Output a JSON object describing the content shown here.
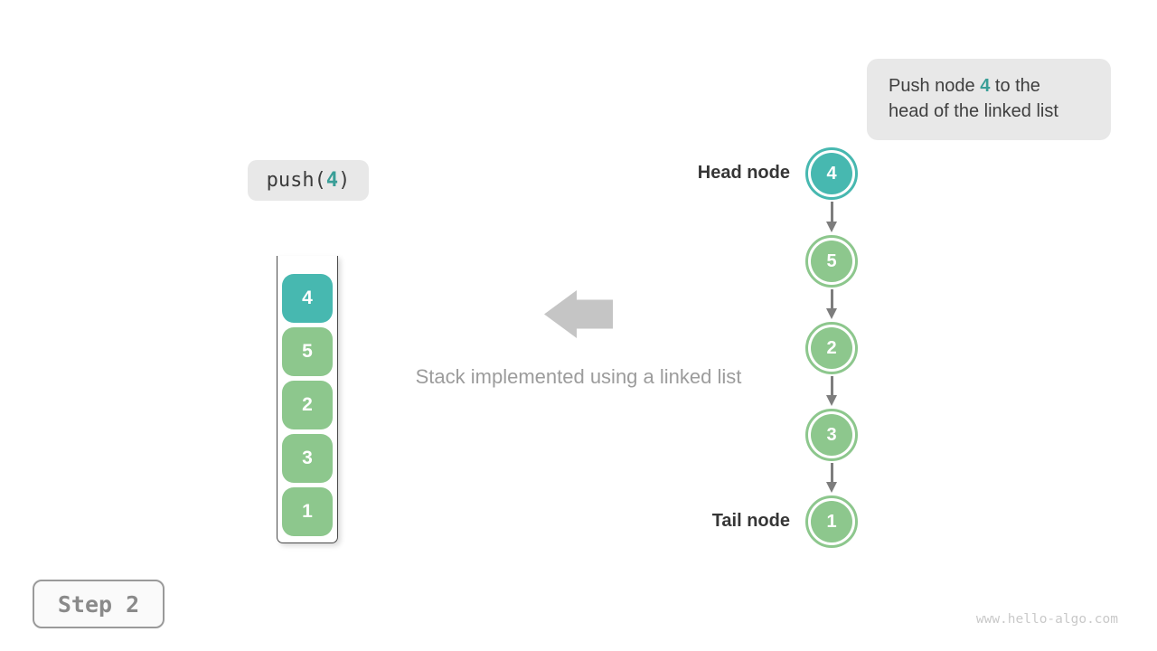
{
  "tip": {
    "before": "Push node ",
    "highlight": "4",
    "after": " to the head of the linked list"
  },
  "code": {
    "before": "push(",
    "arg": "4",
    "after": ")"
  },
  "stack": {
    "values": [
      "4",
      "5",
      "2",
      "3",
      "1"
    ]
  },
  "linked_list": {
    "head_label": "Head node",
    "tail_label": "Tail node",
    "nodes": [
      "4",
      "5",
      "2",
      "3",
      "1"
    ]
  },
  "caption": "Stack implemented using a linked list",
  "step": {
    "label": "Step 2"
  },
  "watermark": "www.hello-algo.com",
  "icons": {
    "big_arrow": "left-block-arrow",
    "node_link": "down-arrow"
  },
  "colors": {
    "highlight_teal_fill": "#47b8b0",
    "node_green_fill": "#8dc78d",
    "accent_text_teal": "#399e97",
    "tip_box_bg": "#e8e8e8",
    "code_box_bg": "#e8e8e8",
    "link_arrow_gray": "#7d7d7d",
    "big_arrow_gray": "#c5c5c5",
    "caption_gray": "#9c9c9c",
    "dark_text": "#3f3f3f",
    "stack_border": "#4a4a4a",
    "step_text": "#8a8a8a",
    "watermark_gray": "#c9c9c9"
  }
}
